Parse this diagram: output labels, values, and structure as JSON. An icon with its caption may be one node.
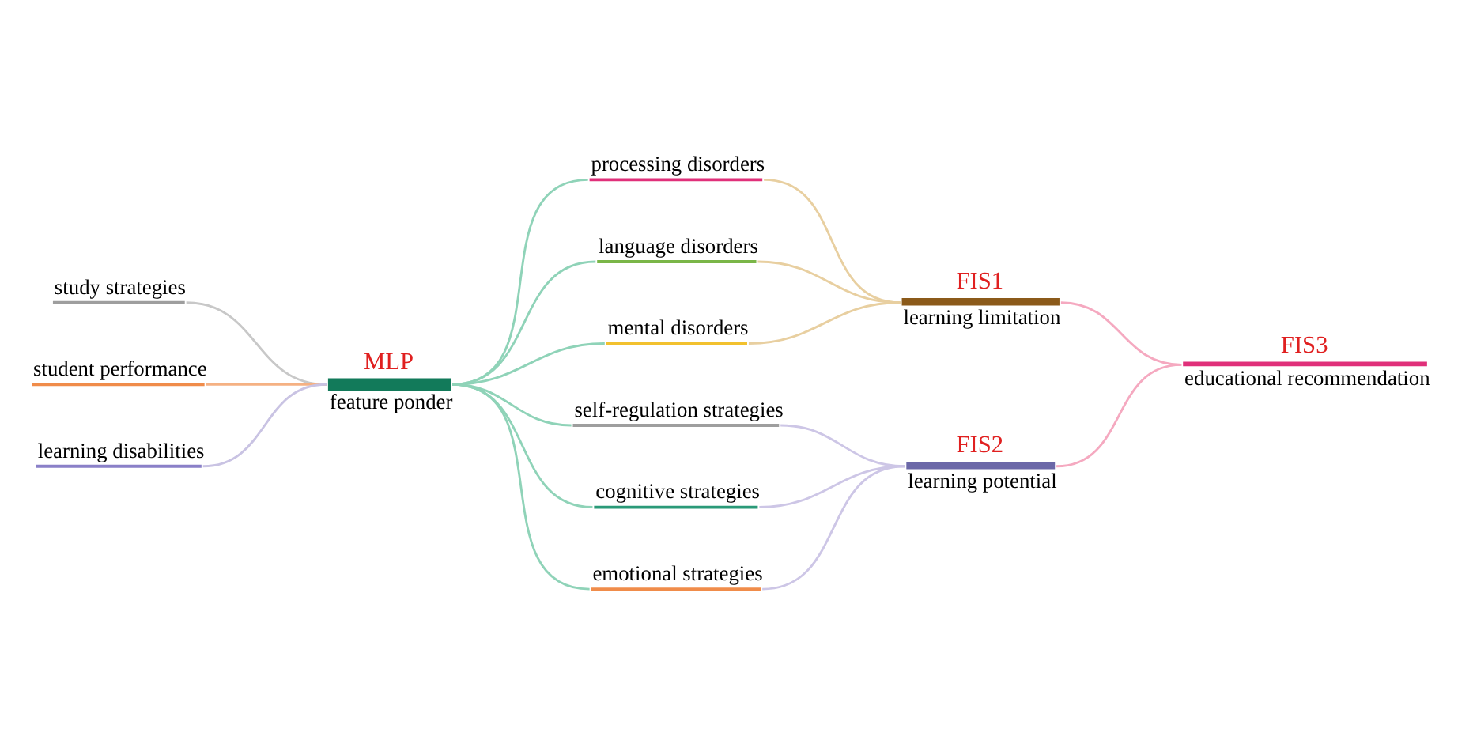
{
  "diagram": {
    "nodes": [
      {
        "text": [
          "study strategies"
        ]
      },
      {
        "text": [
          "student performance"
        ]
      },
      {
        "text": [
          "learning disabilities"
        ]
      },
      {
        "text": [
          "MLP",
          "feature ponder"
        ]
      },
      {
        "text": [
          "processing disorders"
        ]
      },
      {
        "text": [
          "language disorders"
        ]
      },
      {
        "text": [
          "mental disorders"
        ]
      },
      {
        "text": [
          "self-regulation strategies"
        ]
      },
      {
        "text": [
          "cognitive strategies"
        ]
      },
      {
        "text": [
          "emotional strategies"
        ]
      },
      {
        "text": [
          "FIS1",
          "learning limitation"
        ]
      },
      {
        "text": [
          "FIS2",
          "learning potential"
        ]
      },
      {
        "text": [
          "FIS3",
          "educational recommendation"
        ]
      }
    ],
    "edges": [
      {
        "from": 0,
        "to": 3,
        "arrow": "none",
        "color": "#c8c8c8"
      },
      {
        "from": 1,
        "to": 3,
        "arrow": "none",
        "color": "#f5b183"
      },
      {
        "from": 2,
        "to": 3,
        "arrow": "none",
        "color": "#c9c3e3"
      },
      {
        "from": 3,
        "to": 4,
        "arrow": "none"
      },
      {
        "from": 3,
        "to": 5,
        "arrow": "none"
      },
      {
        "from": 3,
        "to": 6,
        "arrow": "none"
      },
      {
        "from": 3,
        "to": 7,
        "arrow": "none"
      },
      {
        "from": 3,
        "to": 8,
        "arrow": "none"
      },
      {
        "from": 3,
        "to": 9,
        "arrow": "none"
      },
      {
        "from": 4,
        "to": 10,
        "arrow": "none",
        "color": "#e8cfa0"
      },
      {
        "from": 5,
        "to": 10,
        "arrow": "none",
        "color": "#e8cfa0"
      },
      {
        "from": 6,
        "to": 10,
        "arrow": "none",
        "color": "#e8cfa0"
      },
      {
        "from": 7,
        "to": 11,
        "arrow": "none",
        "color": "#cdc6e6"
      },
      {
        "from": 8,
        "to": 11,
        "arrow": "none",
        "color": "#cdc6e6"
      },
      {
        "from": 9,
        "to": 11,
        "arrow": "none",
        "color": "#cdc6e6"
      },
      {
        "from": 10,
        "to": 12,
        "arrow": "none",
        "color": "#f5a9c0"
      },
      {
        "from": 11,
        "to": 12,
        "arrow": "none",
        "color": "#f5a9c0"
      }
    ]
  }
}
